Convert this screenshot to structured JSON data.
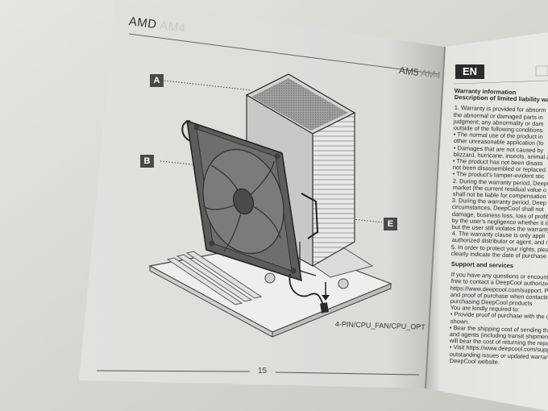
{
  "left_page": {
    "brand": "AMD",
    "brand_faded": "AM4",
    "socket": "AM5",
    "socket_faded": "AM4",
    "callouts": [
      "A",
      "B",
      "E"
    ],
    "connector_label": "4-PIN/CPU_FAN/CPU_OPT",
    "page_number": "15"
  },
  "right_page": {
    "language_badge": "EN",
    "lines": [
      {
        "text": "Warranty information",
        "bold": true
      },
      {
        "text": "Description of limited liability wa",
        "bold": true
      },
      {
        "text": "",
        "bold": false
      },
      {
        "text": "1. Warranty is provided for abnorm",
        "bold": false
      },
      {
        "text": "the abnormal or damaged parts in",
        "bold": false
      },
      {
        "text": "judgment; any abnormality or dam",
        "bold": false
      },
      {
        "text": "outside of the following conditions",
        "bold": false
      },
      {
        "text": "• The normal use of the product in",
        "bold": false
      },
      {
        "text": "other unreasonable application (fo",
        "bold": false
      },
      {
        "text": "• Damages that are not caused by",
        "bold": false
      },
      {
        "text": "blizzard, hurricane, insects, animal a",
        "bold": false
      },
      {
        "text": "• The product has not been disass",
        "bold": false
      },
      {
        "text": "not been disassembled or replaced.",
        "bold": false
      },
      {
        "text": "• The product's tamper-evident stic",
        "bold": false
      },
      {
        "text": "2. During the warranty period, DeepC",
        "bold": false
      },
      {
        "text": "market (the current residual value o",
        "bold": false
      },
      {
        "text": "shall not be liable for compensation",
        "bold": false
      },
      {
        "text": "3. During the warranty period, Deep",
        "bold": false
      },
      {
        "text": "circumstances, DeepCool shall not",
        "bold": false
      },
      {
        "text": "damage, business loss, loss of profit",
        "bold": false
      },
      {
        "text": "by the user's negligence whether it is",
        "bold": false
      },
      {
        "text": "but the user still violates the warranty",
        "bold": false
      },
      {
        "text": "4. The warranty clause is only appli",
        "bold": false
      },
      {
        "text": "authorized distributor or agent, and n",
        "bold": false
      },
      {
        "text": "5. In order to protect your rights, plea",
        "bold": false
      },
      {
        "text": "clearly indicate the date of purchase to",
        "bold": false
      },
      {
        "text": "",
        "bold": false
      },
      {
        "text": "Support and services",
        "bold": true
      },
      {
        "text": "",
        "bold": false
      },
      {
        "text": "If you have any questions or encounter",
        "bold": false
      },
      {
        "text": "free to contact a DeepCool authorized",
        "bold": false
      },
      {
        "text": "https://www.deepcool.com/support. P",
        "bold": false
      },
      {
        "text": "and proof of purchase when contacting",
        "bold": false
      },
      {
        "text": "purchasing DeepCool products",
        "bold": false
      },
      {
        "text": "You are kindly required to:",
        "bold": false
      },
      {
        "text": "• Provide proof of purchase with the da",
        "bold": false
      },
      {
        "text": "shown.",
        "bold": false
      },
      {
        "text": "• Bear the shipping cost of sending the",
        "bold": false
      },
      {
        "text": "and agents (including transit shipment f",
        "bold": false
      },
      {
        "text": "will bear the cost of returning the repaire",
        "bold": false
      },
      {
        "text": "• Visit https://www.deepcool.com/supp",
        "bold": false
      },
      {
        "text": "outstanding issues or updated warranty",
        "bold": false
      },
      {
        "text": "DeepCool website.",
        "bold": false
      }
    ]
  }
}
